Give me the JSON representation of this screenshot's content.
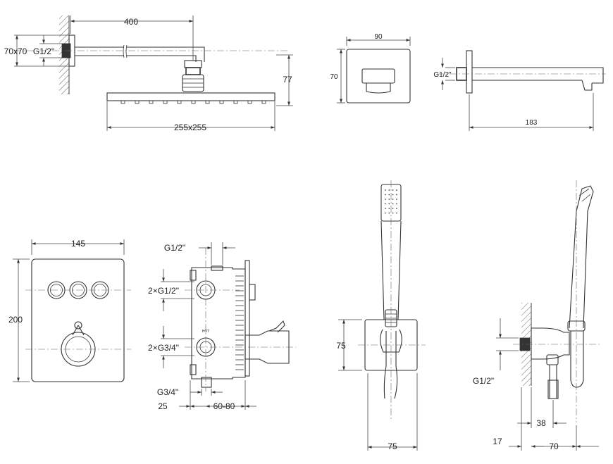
{
  "labels": {
    "arm_length": "400",
    "flange_size": "70x70",
    "thread_arm": "G1/2\"",
    "head_height": "77",
    "head_size": "255x255",
    "spout_plate_width": "90",
    "spout_plate_height": "70",
    "spout_thread": "G1/2\"",
    "spout_length": "183",
    "panel_width": "145",
    "panel_height": "200",
    "valve_top_thread": "G1/2\"",
    "valve_upper_ports": "2×G1/2\"",
    "valve_lower_ports": "2×G3/4\"",
    "valve_bottom_thread": "G3/4\"",
    "valve_hot": "HOT",
    "valve_offset": "25",
    "valve_depth": "60-80",
    "holder_height": "75",
    "holder_width": "75",
    "outlet_thread": "G1/2\"",
    "outlet_offset": "38",
    "outlet_wall": "17",
    "outlet_depth": "70"
  }
}
